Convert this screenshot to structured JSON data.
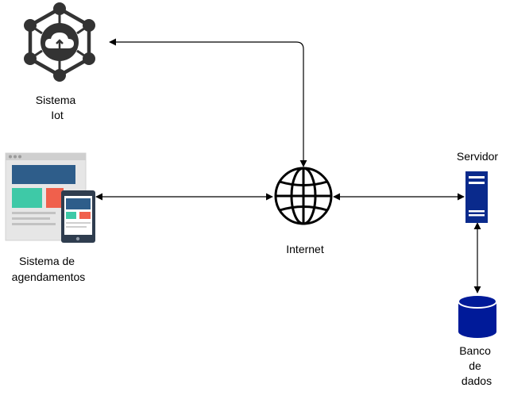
{
  "diagram": {
    "nodes": {
      "iot": {
        "label_lines": [
          "Sistema",
          "Iot"
        ],
        "icon": "iot-network-cloud-icon"
      },
      "scheduling": {
        "label_lines": [
          "Sistema de",
          "agendamentos"
        ],
        "icon": "web-and-tablet-app-icon"
      },
      "internet": {
        "label_lines": [
          "Internet"
        ],
        "icon": "globe-icon"
      },
      "server": {
        "label_lines": [
          "Servidor"
        ],
        "icon": "server-icon"
      },
      "database": {
        "label_lines": [
          "Banco",
          "de",
          "dados"
        ],
        "icon": "database-cylinder-icon"
      }
    },
    "edges": [
      {
        "from": "internet",
        "to": "iot",
        "direction": "both"
      },
      {
        "from": "scheduling",
        "to": "internet",
        "direction": "both"
      },
      {
        "from": "internet",
        "to": "server",
        "direction": "both"
      },
      {
        "from": "server",
        "to": "database",
        "direction": "both"
      }
    ],
    "colors": {
      "iot_icon": "#333333",
      "server_blue": "#0a2a8c",
      "database_blue": "#001a99",
      "line": "#000000",
      "app_teal": "#3ec9a7",
      "app_red": "#f0604c",
      "app_blue": "#2e5d8a",
      "tablet_dark": "#2f3d4f"
    }
  }
}
